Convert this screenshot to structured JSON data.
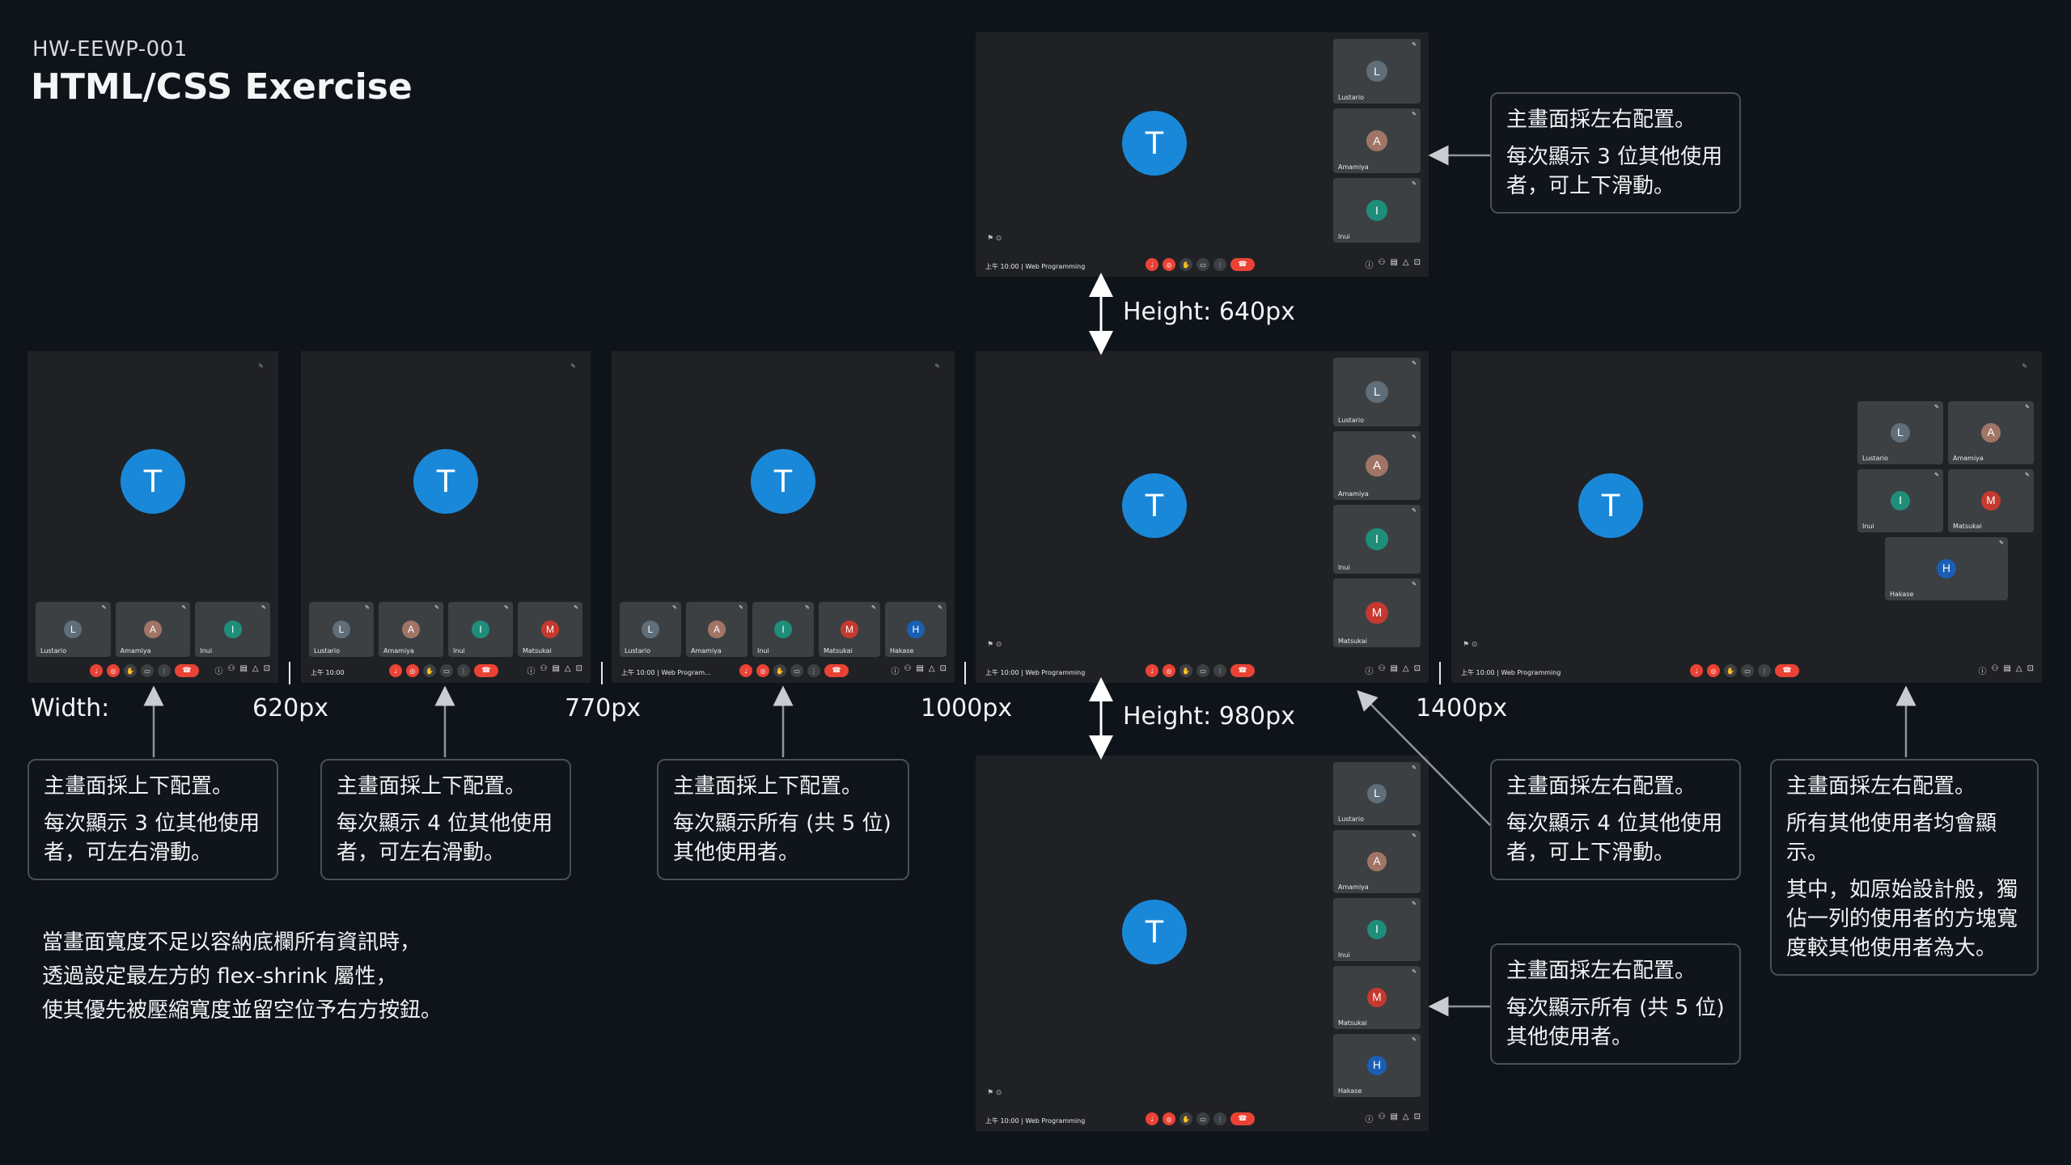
{
  "header": {
    "code": "HW-EEWP-001",
    "title": "HTML/CSS Exercise"
  },
  "colors": {
    "background": "#0f131a",
    "screen": "#202124",
    "tile": "#3c4043",
    "speaker": "#1a88d8",
    "danger": "#ea4335"
  },
  "speaker_initial": "T",
  "participants": [
    {
      "initial": "L",
      "name": "Lustario",
      "color": "#5f6e78"
    },
    {
      "initial": "A",
      "name": "Amamiya",
      "color": "#a07566"
    },
    {
      "initial": "I",
      "name": "Inui",
      "color": "#1e8e7a"
    },
    {
      "initial": "M",
      "name": "Matsukai",
      "color": "#c5392e"
    },
    {
      "initial": "H",
      "name": "Hakase",
      "color": "#1a5fb4"
    }
  ],
  "meeting": {
    "time": "上午 10:00",
    "separator": "|",
    "name": "Web Programming",
    "name_truncated": "Web Program...",
    "people_count": "6"
  },
  "labels": {
    "width": "Width:",
    "w620": "620px",
    "w770": "770px",
    "w1000": "1000px",
    "w1400": "1400px",
    "h640": "Height:  640px",
    "h980": "Height:  980px"
  },
  "notes": {
    "top": {
      "line1": "主畫面採左右配置。",
      "line2": "每次顯示 3 位其他使用者，可上下滑動。"
    },
    "w_lt620": {
      "line1": "主畫面採上下配置。",
      "line2": "每次顯示 3 位其他使用者，可左右滑動。"
    },
    "w_620_770": {
      "line1": "主畫面採上下配置。",
      "line2": "每次顯示 4 位其他使用者，可左右滑動。"
    },
    "w_770_1000": {
      "line1": "主畫面採上下配置。",
      "line2": "每次顯示所有 (共 5 位) 其他使用者。"
    },
    "w_1000_1400": {
      "line1": "主畫面採左右配置。",
      "line2": "每次顯示 4 位其他使用者，可上下滑動。"
    },
    "bottom": {
      "line1": "主畫面採左右配置。",
      "line2": "每次顯示所有 (共 5 位) 其他使用者。"
    },
    "w_gt1400": {
      "line1": "主畫面採左右配置。",
      "line2": "所有其他使用者均會顯示。",
      "line3": "其中，如原始設計般，獨佔一列的使用者的方塊寬度較其他使用者為大。"
    },
    "flex": {
      "line1": "當畫面寬度不足以容納底欄所有資訊時，",
      "line2": "透過設定最左方的 flex-shrink 屬性，",
      "line3": "使其優先被壓縮寬度並留空位予右方按鈕。"
    }
  }
}
